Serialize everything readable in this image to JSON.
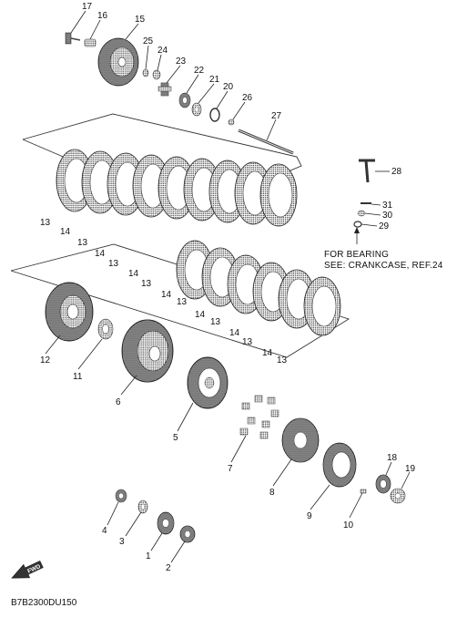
{
  "diagram": {
    "part_numbers": [
      "1",
      "2",
      "3",
      "4",
      "5",
      "6",
      "7",
      "8",
      "9",
      "10",
      "11",
      "12",
      "13",
      "14",
      "15",
      "16",
      "17",
      "18",
      "19",
      "20",
      "21",
      "22",
      "23",
      "24",
      "25",
      "26",
      "27",
      "28",
      "29",
      "30",
      "31"
    ],
    "note_lines": [
      "FOR BEARING",
      "SEE: CRANKCASE, REF.24"
    ],
    "diagram_code": "B7B2300DU150",
    "fwd_label": "FWD"
  }
}
